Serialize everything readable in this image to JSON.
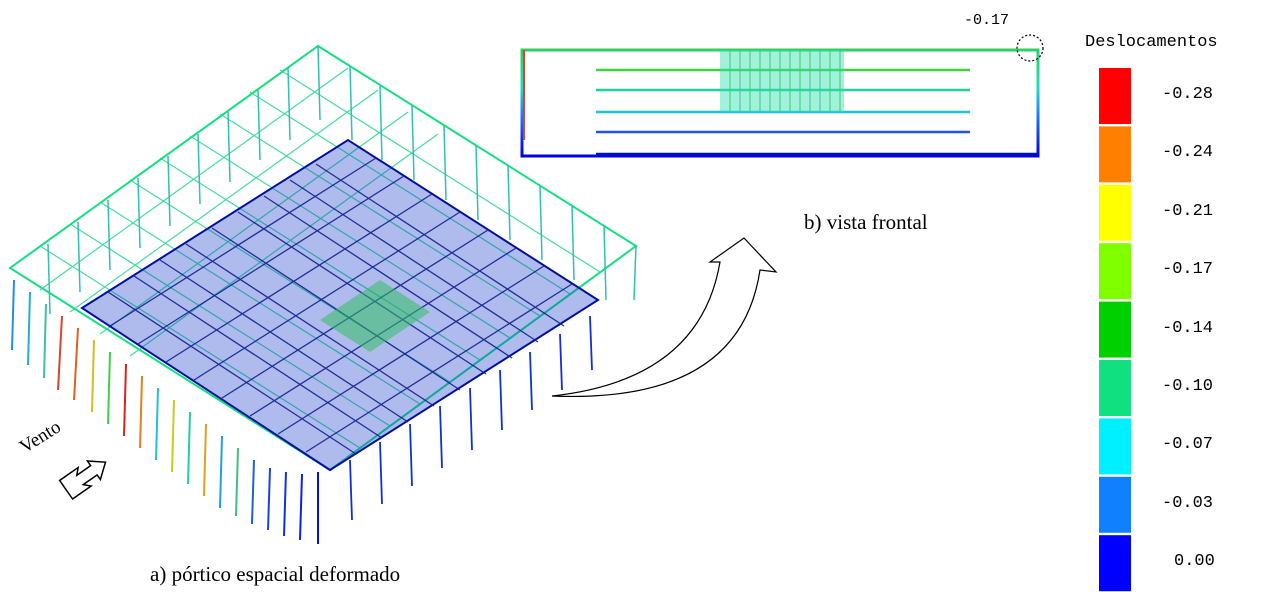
{
  "captions": {
    "a": "a) pórtico espacial deformado",
    "b": "b) vista frontal"
  },
  "wind_label": "Vento",
  "peak_label": "-0.17",
  "legend": {
    "title": "Deslocamentos",
    "items": [
      {
        "label": "-0.28",
        "color": "#ff0000"
      },
      {
        "label": "-0.24",
        "color": "#ff7f00"
      },
      {
        "label": "-0.21",
        "color": "#ffff00"
      },
      {
        "label": "-0.17",
        "color": "#80ff00"
      },
      {
        "label": "-0.14",
        "color": "#00d000"
      },
      {
        "label": "-0.10",
        "color": "#10e080"
      },
      {
        "label": "-0.07",
        "color": "#00f0ff"
      },
      {
        "label": "-0.03",
        "color": "#1080ff"
      },
      {
        "label": "0.00",
        "color": "#0000ff"
      }
    ]
  }
}
